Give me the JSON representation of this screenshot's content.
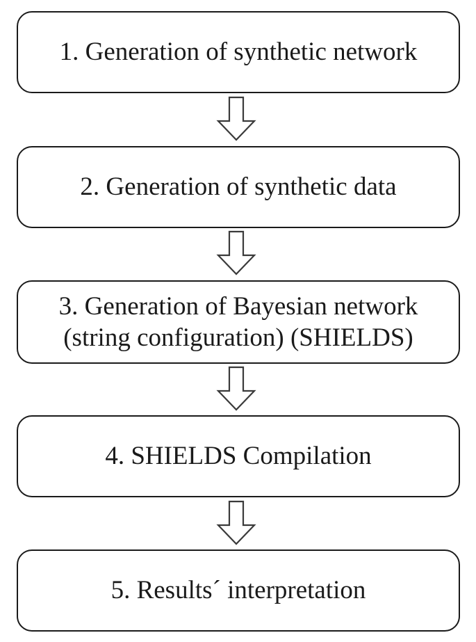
{
  "steps": [
    {
      "text": "1. Generation of synthetic network"
    },
    {
      "text": "2. Generation of synthetic data"
    },
    {
      "lines": [
        "3. Generation of Bayesian network",
        "(string configuration) (SHIELDS)"
      ]
    },
    {
      "text": "4. SHIELDS Compilation"
    },
    {
      "text": "5. Results´ interpretation"
    }
  ],
  "icons": {
    "connector": "hollow-down-arrow-icon"
  }
}
